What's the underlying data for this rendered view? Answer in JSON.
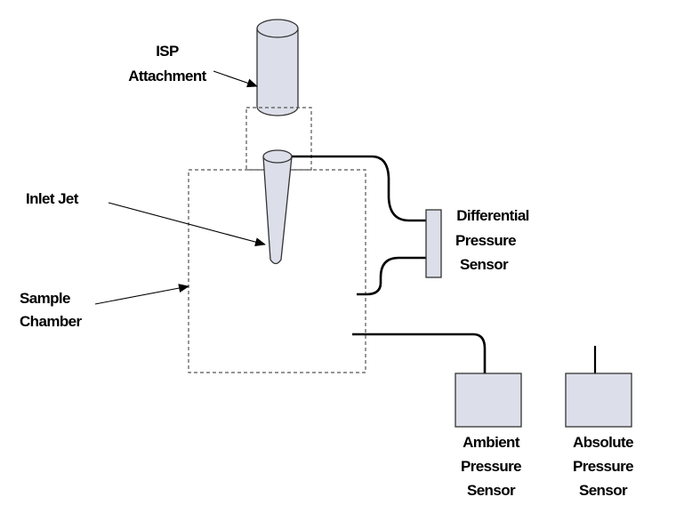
{
  "labels": {
    "isp_attachment": [
      "ISP",
      "Attachment"
    ],
    "inlet_jet": [
      "Inlet Jet"
    ],
    "sample_chamber": [
      "Sample",
      "Chamber"
    ],
    "differential_pressure_sensor": [
      "Differential",
      "Pressure",
      "Sensor"
    ],
    "ambient_pressure_sensor": [
      "Ambient",
      "Pressure",
      "Sensor"
    ],
    "absolute_pressure_sensor": [
      "Absolute",
      "Pressure",
      "Sensor"
    ]
  },
  "colors": {
    "line": "#000000",
    "dashed_outline": "#555555",
    "component_fill": "#dcdfe9",
    "component_stroke": "#333333",
    "background": "#ffffff"
  }
}
